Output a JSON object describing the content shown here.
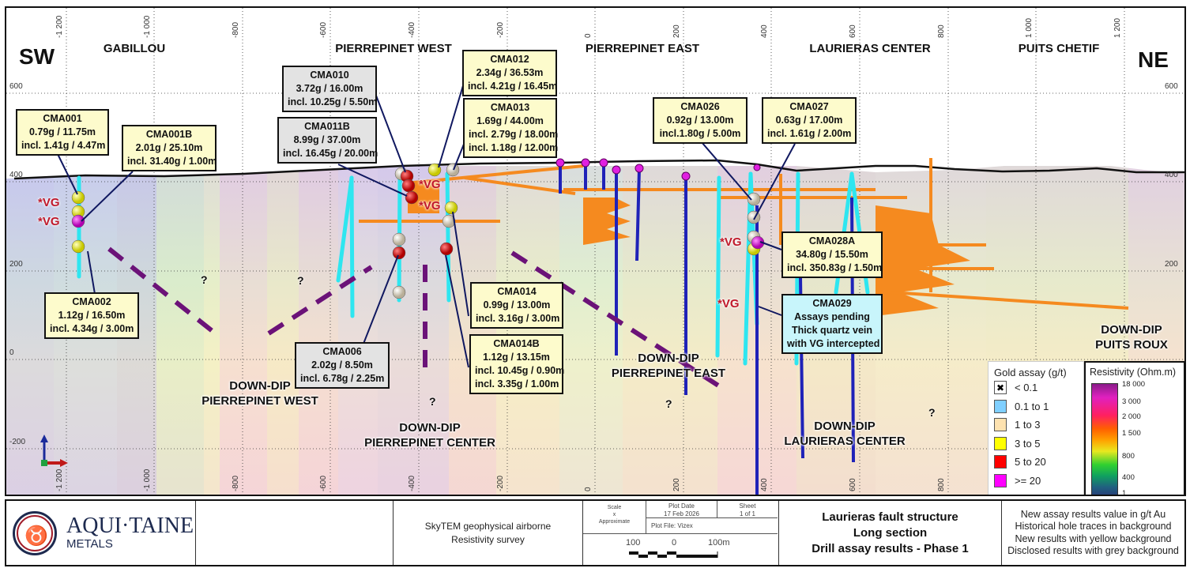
{
  "section": {
    "direction_left": "SW",
    "direction_right": "NE",
    "area_labels": [
      "GABILLOU",
      "PIERREPINET WEST",
      "PIERREPINET EAST",
      "LAURIERAS CENTER",
      "PUITS CHETIF"
    ],
    "x_axis_ticks": [
      "-1 200",
      "-1 000",
      "-800",
      "-600",
      "-400",
      "-200",
      "0",
      "200",
      "400",
      "600",
      "800",
      "1 000",
      "1 200"
    ],
    "x_axis_ticks_bottom": [
      "-1 200",
      "-1 000",
      "-800",
      "-600",
      "-400",
      "-200",
      "0",
      "200",
      "400",
      "600",
      "800"
    ],
    "y_axis_ticks": [
      "600",
      "400",
      "200",
      "0",
      "-200"
    ],
    "callouts": [
      {
        "id": "CMA001",
        "lines": [
          "0.79g / 11.75m",
          "incl. 1.41g / 4.47m"
        ],
        "style": "new"
      },
      {
        "id": "CMA001B",
        "lines": [
          "2.01g / 25.10m",
          "incl. 31.40g / 1.00m"
        ],
        "style": "new"
      },
      {
        "id": "CMA002",
        "lines": [
          "1.12g / 16.50m",
          "incl. 4.34g / 3.00m"
        ],
        "style": "new"
      },
      {
        "id": "CMA010",
        "lines": [
          "3.72g / 16.00m",
          "incl. 10.25g / 5.50m"
        ],
        "style": "old"
      },
      {
        "id": "CMA011B",
        "lines": [
          "8.99g / 37.00m",
          "incl. 16.45g / 20.00m"
        ],
        "style": "old"
      },
      {
        "id": "CMA006",
        "lines": [
          "2.02g / 8.50m",
          "incl. 6.78g / 2.25m"
        ],
        "style": "old"
      },
      {
        "id": "CMA012",
        "lines": [
          "2.34g / 36.53m",
          "incl. 4.21g / 16.45m"
        ],
        "style": "new"
      },
      {
        "id": "CMA013",
        "lines": [
          "1.69g / 44.00m",
          "incl. 2.79g / 18.00m",
          "incl. 1.18g / 12.00m"
        ],
        "style": "new"
      },
      {
        "id": "CMA014",
        "lines": [
          "0.99g / 13.00m",
          "incl. 3.16g / 3.00m"
        ],
        "style": "new"
      },
      {
        "id": "CMA014B",
        "lines": [
          "1.12g / 13.15m",
          "incl. 10.45g / 0.90m",
          "incl. 3.35g / 1.00m"
        ],
        "style": "new"
      },
      {
        "id": "CMA026",
        "lines": [
          "0.92g / 13.00m",
          "incl.1.80g / 5.00m"
        ],
        "style": "new"
      },
      {
        "id": "CMA027",
        "lines": [
          "0.63g / 17.00m",
          "incl. 1.61g / 2.00m"
        ],
        "style": "new"
      },
      {
        "id": "CMA028A",
        "lines": [
          "34.80g / 15.50m",
          "incl. 350.83g / 1.50m"
        ],
        "style": "new"
      },
      {
        "id": "CMA029",
        "lines": [
          "Assays pending",
          "Thick quartz vein",
          "with VG intercepted"
        ],
        "style": "pending"
      }
    ],
    "vg_label": "*VG",
    "question_mark": "?",
    "down_dip_labels": [
      {
        "line1": "DOWN-DIP",
        "line2": "PIERREPINET WEST"
      },
      {
        "line1": "DOWN-DIP",
        "line2": "PIERREPINET CENTER"
      },
      {
        "line1": "DOWN-DIP",
        "line2": "PIERREPINET EAST"
      },
      {
        "line1": "DOWN-DIP",
        "line2": "LAURIERAS CENTER"
      },
      {
        "line1": "DOWN-DIP",
        "line2": "PUITS ROUX"
      }
    ]
  },
  "legend_gold": {
    "title": "Gold assay (g/t)",
    "items": [
      {
        "label": "< 0.1",
        "color": "#ffffff",
        "icon": "x-mark-icon"
      },
      {
        "label": "0.1 to 1",
        "color": "#7fcfff"
      },
      {
        "label": "1 to 3",
        "color": "#fde2b0"
      },
      {
        "label": "3 to 5",
        "color": "#ffff00"
      },
      {
        "label": "5 to 20",
        "color": "#ff0000"
      },
      {
        "label": ">= 20",
        "color": "#ff00ff"
      }
    ]
  },
  "legend_resistivity": {
    "title": "Resistivity (Ohm.m)",
    "ticks": [
      "18 000",
      "3 000",
      "2 000",
      "1 500",
      "800",
      "400",
      "1"
    ]
  },
  "titleblock": {
    "company_name": "AQUI·TAINE",
    "company_sub": "METALS",
    "survey_line1": "SkyTEM geophysical airborne",
    "survey_line2": "Resistivity survey",
    "scale_label": "Scale",
    "scale_value": "x",
    "scale_note": "Approximate",
    "plot_date_label": "Plot Date",
    "plot_date": "17 Feb 2026",
    "sheet_label": "Sheet",
    "sheet": "1 of 1",
    "plot_file": "Plot File: Vizex",
    "scalebar_left": "100",
    "scalebar_mid": "0",
    "scalebar_right": "100m",
    "title_line1": "Laurieras fault structure",
    "title_line2": "Long section",
    "title_line3": "Drill assay results - Phase 1",
    "notes": [
      "New assay results value in g/t Au",
      "Historical hole traces in background",
      "New results with yellow background",
      "Disclosed results with grey background"
    ]
  }
}
